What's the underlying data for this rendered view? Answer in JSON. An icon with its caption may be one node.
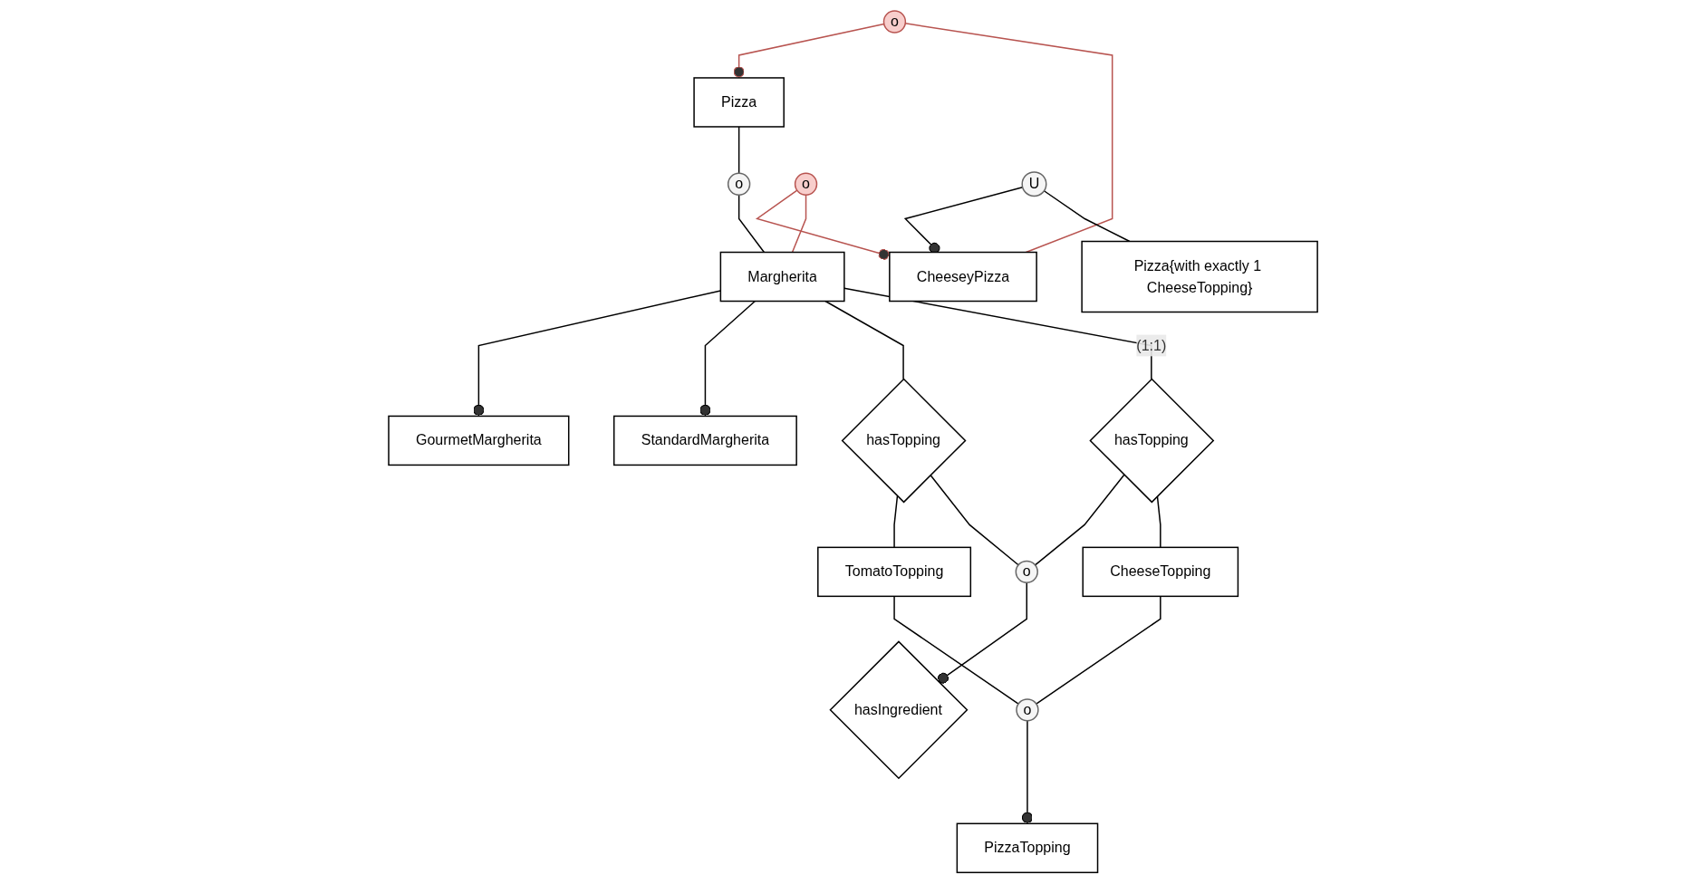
{
  "diagram": {
    "nodes": [
      {
        "text": [
          "Pizza"
        ]
      },
      {
        "text": [
          "o"
        ]
      },
      {
        "text": [
          "o"
        ]
      },
      {
        "text": [
          "CheeseyPizza"
        ]
      },
      {
        "text": [
          "o"
        ]
      },
      {
        "text": [
          "Margherita"
        ]
      },
      {
        "text": [
          "hasTopping"
        ]
      },
      {
        "text": [
          "TomatoTopping"
        ]
      },
      {
        "text": [
          "U"
        ]
      },
      {
        "text": [
          "hasTopping"
        ]
      },
      {
        "text": [
          "o"
        ]
      },
      {
        "text": [
          "hasIngredient"
        ]
      },
      {
        "text": [
          "Pizza{with exactly 1 CheeseTopping}"
        ]
      },
      {
        "text": [
          "GourmetMargherita"
        ]
      },
      {
        "text": [
          "StandardMargherita"
        ]
      },
      {
        "text": [
          "o"
        ]
      },
      {
        "text": [
          "CheeseTopping"
        ]
      },
      {
        "text": [
          "PizzaTopping"
        ]
      }
    ],
    "edges": [
      {
        "from": 0,
        "to": 1,
        "arrow": "none"
      },
      {
        "from": 1,
        "to": 5,
        "arrow": "none"
      },
      {
        "from": 2,
        "to": 0,
        "arrow": "other",
        "color": "#b85450"
      },
      {
        "from": 2,
        "to": 3,
        "arrow": "none",
        "color": "#b85450"
      },
      {
        "from": 4,
        "to": 3,
        "arrow": "other",
        "color": "#b85450"
      },
      {
        "from": 4,
        "to": 5,
        "arrow": "none",
        "color": "#b85450"
      },
      {
        "from": 8,
        "to": 3,
        "arrow": "other"
      },
      {
        "from": 8,
        "to": 12,
        "arrow": "none"
      },
      {
        "from": 5,
        "to": 13,
        "arrow": "other"
      },
      {
        "from": 5,
        "to": 14,
        "arrow": "other"
      },
      {
        "from": 5,
        "to": 6,
        "arrow": "none"
      },
      {
        "from": 6,
        "to": 7,
        "arrow": "none"
      },
      {
        "from": 6,
        "to": 10,
        "arrow": "none"
      },
      {
        "from": 5,
        "to": 9,
        "arrow": "none",
        "label": "(1:1)"
      },
      {
        "from": 9,
        "to": 10,
        "arrow": "none"
      },
      {
        "from": 10,
        "to": 11,
        "arrow": "other"
      },
      {
        "from": 9,
        "to": 16,
        "arrow": "none"
      },
      {
        "from": 7,
        "to": 15,
        "arrow": "none"
      },
      {
        "from": 16,
        "to": 15,
        "arrow": "none"
      },
      {
        "from": 15,
        "to": 17,
        "arrow": "other"
      }
    ]
  }
}
